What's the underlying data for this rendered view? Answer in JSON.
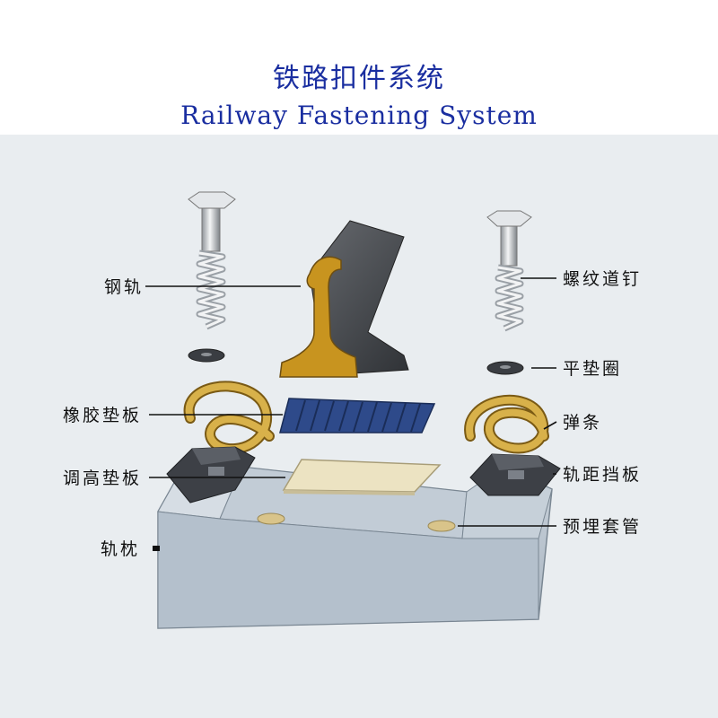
{
  "title": {
    "cn": "铁路扣件系统",
    "en": "Railway Fastening System"
  },
  "labels": {
    "rail": "钢轨",
    "rubber_pad": "橡胶垫板",
    "height_pad": "调高垫板",
    "sleeper": "轨枕",
    "screw_spike": "螺纹道钉",
    "flat_washer": "平垫圈",
    "elastic_clip": "弹条",
    "gauge_plate": "轨距挡板",
    "embedded_sleeve": "预埋套管"
  },
  "colors": {
    "title": "#1a2ea0",
    "background": "#e9edf0",
    "rail_dark": "#4a4d52",
    "rail_section": "#c8941f",
    "rubber_pad": "#2e4a8a",
    "height_pad": "#ece3c2",
    "clip": "#c9a23c",
    "gauge_plate": "#3d4046",
    "sleeper": "#b9c4cf"
  }
}
